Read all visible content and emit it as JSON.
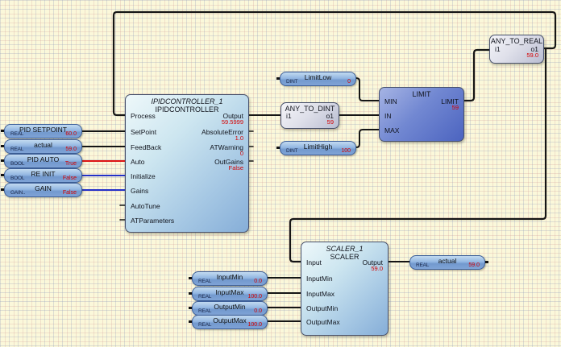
{
  "colors": {
    "wire_black": "#151515",
    "wire_red": "#dd1414",
    "wire_blue": "#2330c8",
    "value_red": "#d40000"
  },
  "blocks": {
    "ipid": {
      "instance": "IPIDCONTROLLER_1",
      "type": "IPIDCONTROLLER",
      "inputs": [
        "Process",
        "SetPoint",
        "FeedBack",
        "Auto",
        "Initialize",
        "Gains",
        "AutoTune",
        "ATParameters"
      ],
      "outputs": [
        {
          "label": "Output",
          "value": "59.5999"
        },
        {
          "label": "AbsoluteError",
          "value": "1.0"
        },
        {
          "label": "ATWarning",
          "value": "0"
        },
        {
          "label": "OutGains",
          "value": "False"
        }
      ]
    },
    "any_to_dint": {
      "type": "ANY_TO_DINT",
      "input": "i1",
      "output": "o1",
      "value": "59"
    },
    "limit": {
      "type": "LIMIT",
      "inputs": [
        "MIN",
        "IN",
        "MAX"
      ],
      "output": "LIMIT",
      "value": "59"
    },
    "any_to_real": {
      "type": "ANY_TO_REAL",
      "input": "i1",
      "output": "o1",
      "value": "59.0"
    },
    "scaler": {
      "instance": "SCALER_1",
      "type": "SCALER",
      "inputs": [
        "Input",
        "InputMin",
        "InputMax",
        "OutputMin",
        "OutputMax"
      ],
      "output": {
        "label": "Output",
        "value": "59.0"
      }
    }
  },
  "tags": {
    "left": [
      {
        "type": "REAL",
        "name": "PID  SETPOINT",
        "value": "60.0"
      },
      {
        "type": "REAL",
        "name": "actual",
        "value": "59.0"
      },
      {
        "type": "BOOL",
        "name": "PID  AUTO",
        "value": "True"
      },
      {
        "type": "BOOL",
        "name": "RE  INIT",
        "value": "False"
      },
      {
        "type": "GAIN..",
        "name": "GAIN",
        "value": "False"
      }
    ],
    "limits": [
      {
        "type": "DINT",
        "name": "LimitLow",
        "value": "0"
      },
      {
        "type": "DINT",
        "name": "LimitHigh",
        "value": "100"
      }
    ],
    "scaler_inputs": [
      {
        "type": "REAL",
        "name": "InputMin",
        "value": "0.0"
      },
      {
        "type": "REAL",
        "name": "InputMax",
        "value": "100.0"
      },
      {
        "type": "REAL",
        "name": "OutputMin",
        "value": "0.0"
      },
      {
        "type": "REAL",
        "name": "OutputMax",
        "value": "100.0"
      }
    ],
    "output": {
      "type": "REAL",
      "name": "actual",
      "value": "59.0"
    }
  }
}
